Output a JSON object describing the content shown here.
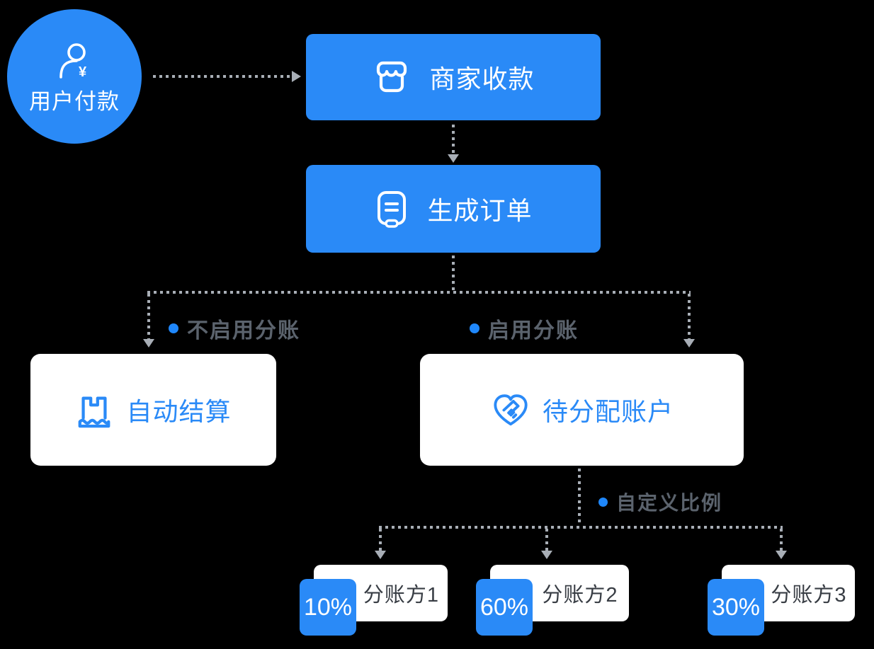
{
  "colors": {
    "background": "#000000",
    "accent_blue": "#2a8af7",
    "line_gray": "#a8aeb6",
    "label_gray": "#5b636d",
    "dark_text": "#383d44",
    "node_white": "#ffffff"
  },
  "nodes": {
    "user_payment": {
      "label": "用户付款",
      "icon": "user-yuan-icon"
    },
    "merchant_collect": {
      "label": "商家收款",
      "icon": "storefront-icon"
    },
    "generate_order": {
      "label": "生成订单",
      "icon": "order-receipt-icon"
    },
    "auto_settlement": {
      "label": "自动结算",
      "icon": "parcel-settlement-icon"
    },
    "pending_allocation_account": {
      "label": "待分配账户",
      "icon": "heart-handshake-icon"
    }
  },
  "branch_labels": {
    "no_split": "不启用分账",
    "split_enabled": "启用分账",
    "custom_ratio": "自定义比例"
  },
  "recipients": [
    {
      "percent": "10%",
      "name": "分账方1"
    },
    {
      "percent": "60%",
      "name": "分账方2"
    },
    {
      "percent": "30%",
      "name": "分账方3"
    }
  ]
}
